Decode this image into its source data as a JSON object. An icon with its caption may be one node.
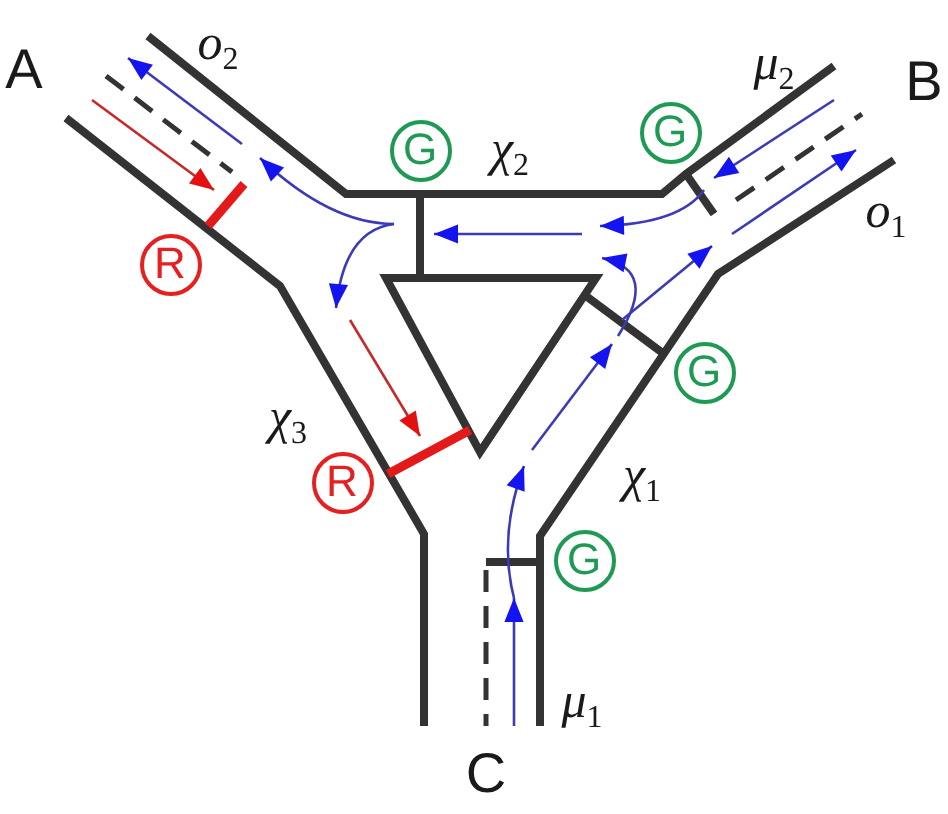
{
  "diagram": {
    "nodes": [
      {
        "text": [
          "G"
        ]
      },
      {
        "text": [
          "G"
        ]
      },
      {
        "text": [
          "R"
        ]
      },
      {
        "text": [
          "G"
        ]
      },
      {
        "text": [
          "R"
        ]
      },
      {
        "text": [
          "G"
        ]
      }
    ],
    "labels": [
      "A",
      "o$_{2}$",
      "μ$_{2}$",
      "B",
      "χ$_{2}$",
      "o$_{1}$",
      "χ$_{3}$",
      "χ$_{1}$",
      "μ$_{1}$",
      "C"
    ]
  }
}
